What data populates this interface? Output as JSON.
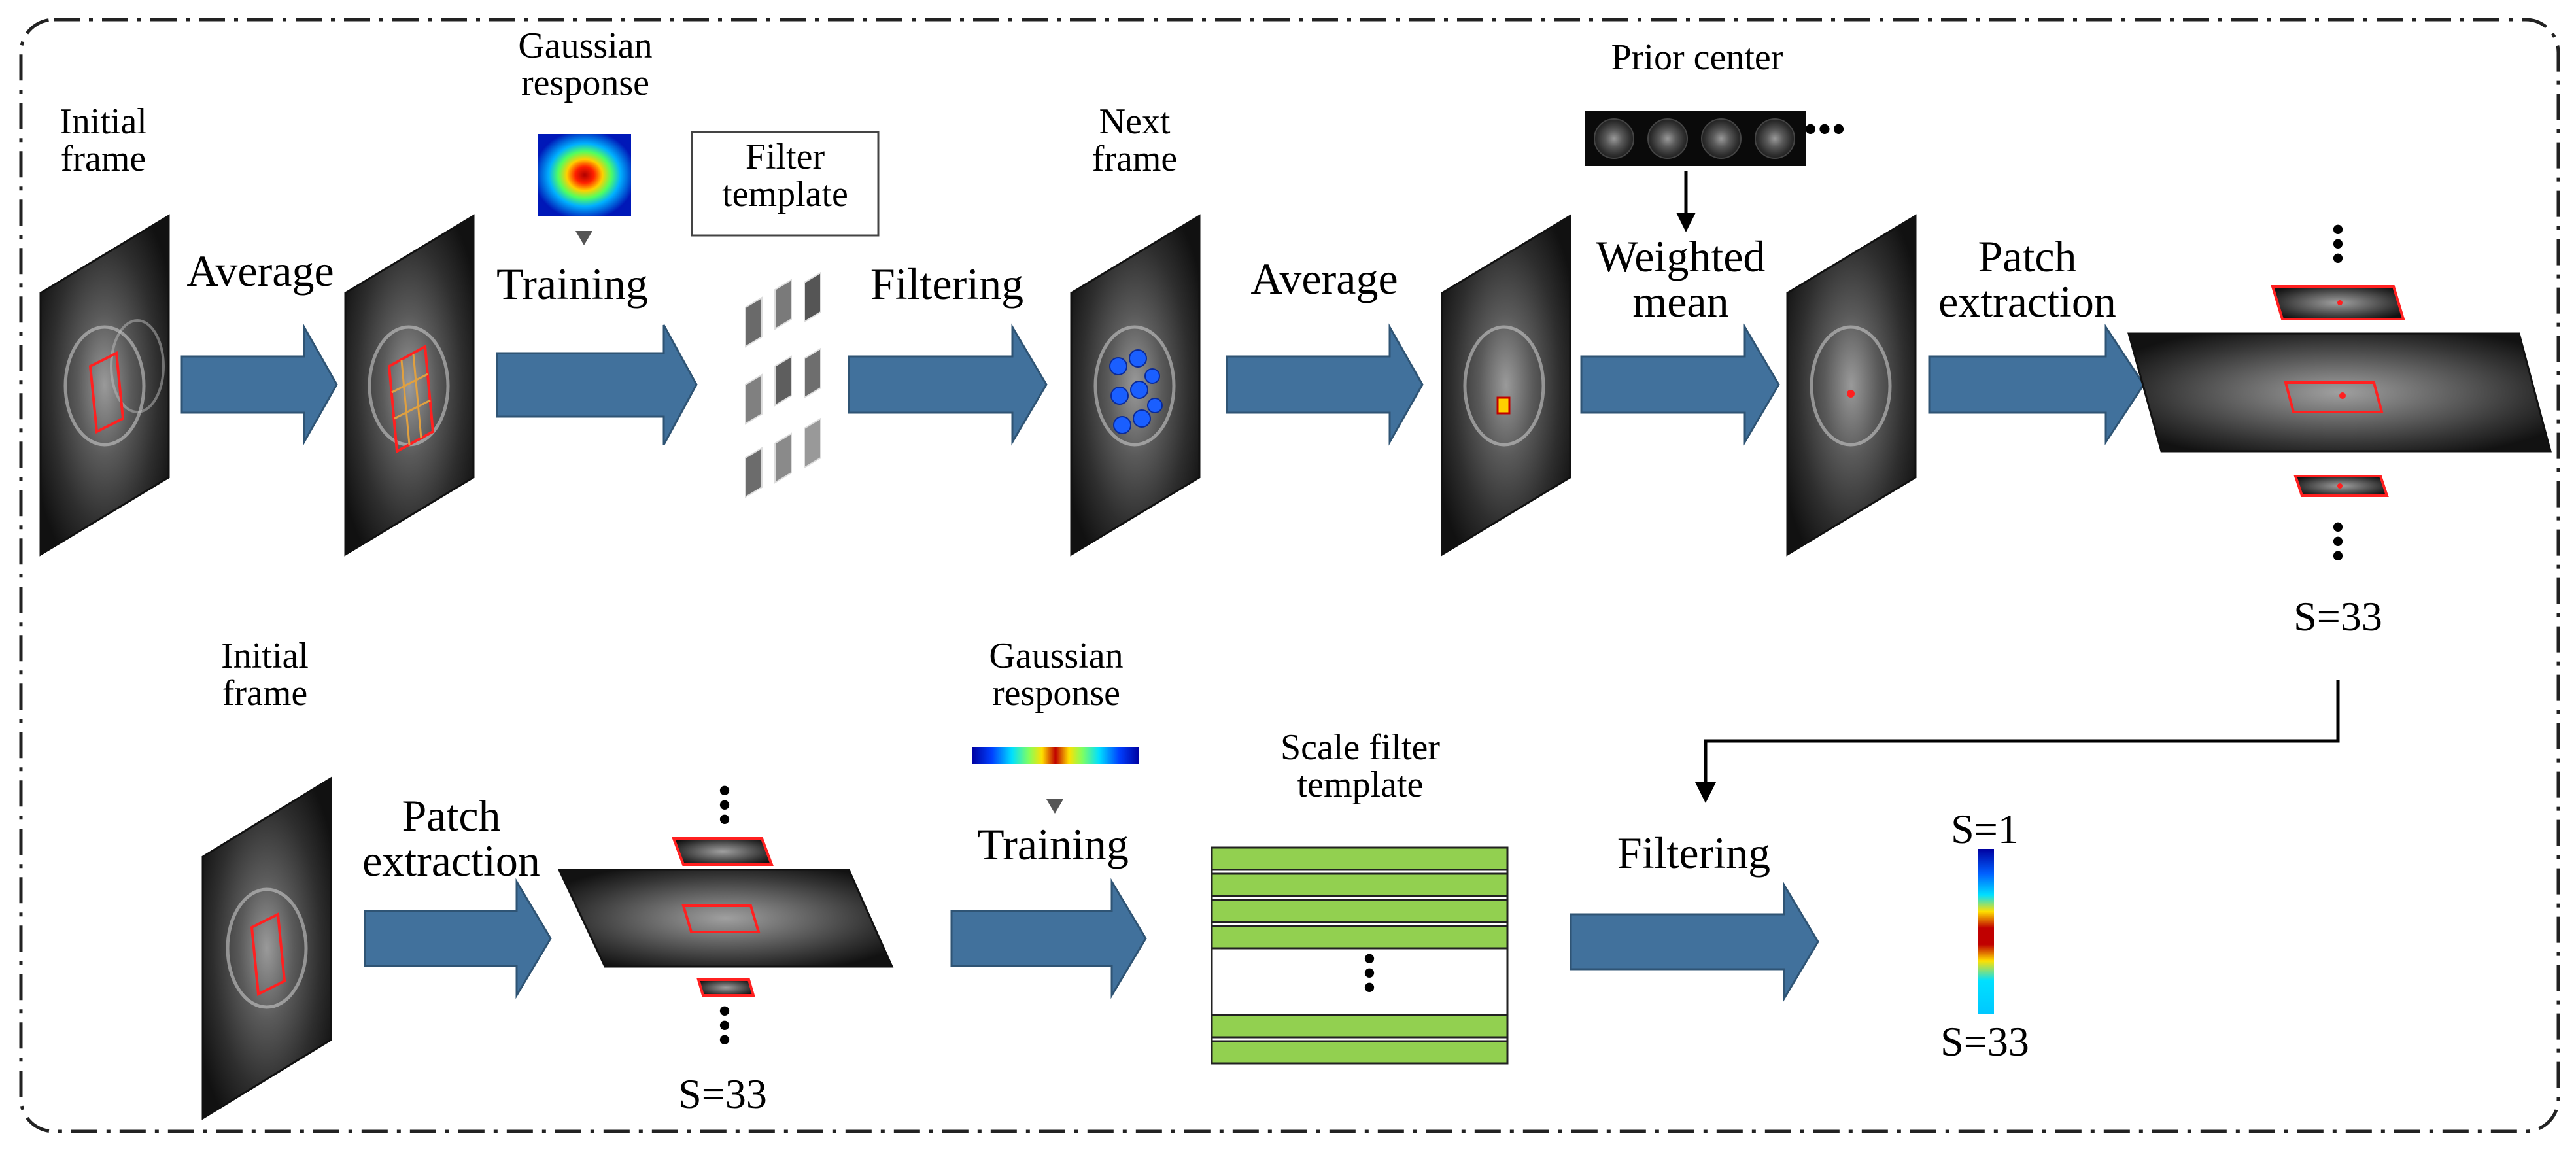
{
  "colors": {
    "arrow_fill": "#41719c",
    "arrow_stroke": "#2f5474",
    "green_band": "#92d050",
    "roi_red": "#ff2020",
    "border": "#222222"
  },
  "top_row": {
    "initial_frame": "Initial\nframe",
    "average_1": "Average",
    "gaussian_response": "Gaussian\nresponse",
    "training": "Training",
    "filter_template": "Filter\ntemplate",
    "filtering": "Filtering",
    "next_frame": "Next\nframe",
    "average_2": "Average",
    "prior_center": "Prior center",
    "prior_center_ellipsis": "•••",
    "weighted_mean": "Weighted\nmean",
    "patch_extraction": "Patch\nextraction",
    "scale_count": "S=33"
  },
  "bottom_row": {
    "initial_frame": "Initial\nframe",
    "patch_extraction": "Patch\nextraction",
    "scale_count": "S=33",
    "gaussian_response": "Gaussian\nresponse",
    "training": "Training",
    "scale_filter_template": "Scale filter\ntemplate",
    "filtering": "Filtering",
    "scale_first": "S=1",
    "scale_last": "S=33"
  }
}
